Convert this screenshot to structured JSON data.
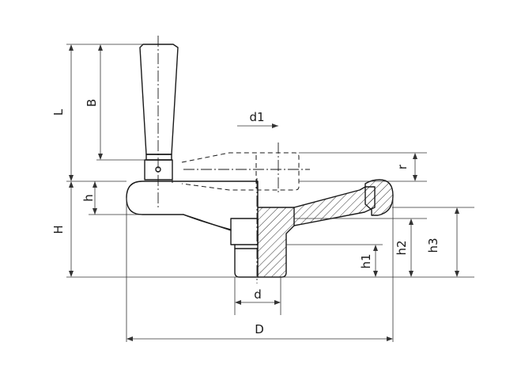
{
  "labels": {
    "L": "L",
    "B": "B",
    "d1": "d1",
    "r": "r",
    "h": "h",
    "H": "H",
    "h1": "h1",
    "h2": "h2",
    "h3": "h3",
    "d": "d",
    "D": "D"
  },
  "colors": {
    "line": "#1a1a1a",
    "background": "#ffffff"
  }
}
